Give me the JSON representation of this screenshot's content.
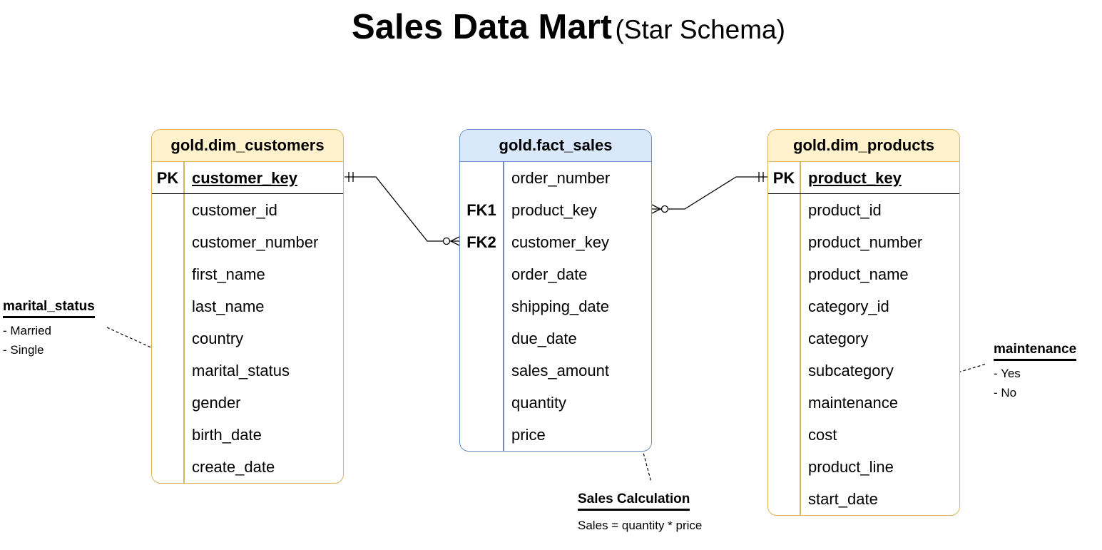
{
  "title": {
    "main": "Sales Data Mart",
    "sub": "(Star Schema)"
  },
  "customers": {
    "name": "gold.dim_customers",
    "pk_tag": "PK",
    "pk_field": "customer_key",
    "fields": [
      "customer_id",
      "customer_number",
      "first_name",
      "last_name",
      "country",
      "marital_status",
      "gender",
      "birth_date",
      "create_date"
    ]
  },
  "fact": {
    "name": "gold.fact_sales",
    "rows": [
      {
        "key": "",
        "field": "order_number"
      },
      {
        "key": "FK1",
        "field": "product_key"
      },
      {
        "key": "FK2",
        "field": "customer_key"
      },
      {
        "key": "",
        "field": "order_date"
      },
      {
        "key": "",
        "field": "shipping_date"
      },
      {
        "key": "",
        "field": "due_date"
      },
      {
        "key": "",
        "field": "sales_amount"
      },
      {
        "key": "",
        "field": "quantity"
      },
      {
        "key": "",
        "field": "price"
      }
    ]
  },
  "products": {
    "name": "gold.dim_products",
    "pk_tag": "PK",
    "pk_field": "product_key",
    "fields": [
      "product_id",
      "product_number",
      "product_name",
      "category_id",
      "category",
      "subcategory",
      "maintenance",
      "cost",
      "product_line",
      "start_date"
    ]
  },
  "notes": {
    "marital": {
      "title": "marital_status",
      "lines": [
        "- Married",
        "- Single"
      ]
    },
    "maintenance": {
      "title": "maintenance",
      "lines": [
        "- Yes",
        "- No"
      ]
    },
    "sales": {
      "title": "Sales Calculation",
      "lines": [
        "Sales = quantity * price"
      ]
    }
  },
  "colors": {
    "dimension_fill": "#fff2cc",
    "dimension_border": "#d6b656",
    "fact_fill": "#dae8fc",
    "fact_border": "#6c8ebf",
    "line": "#000000"
  }
}
